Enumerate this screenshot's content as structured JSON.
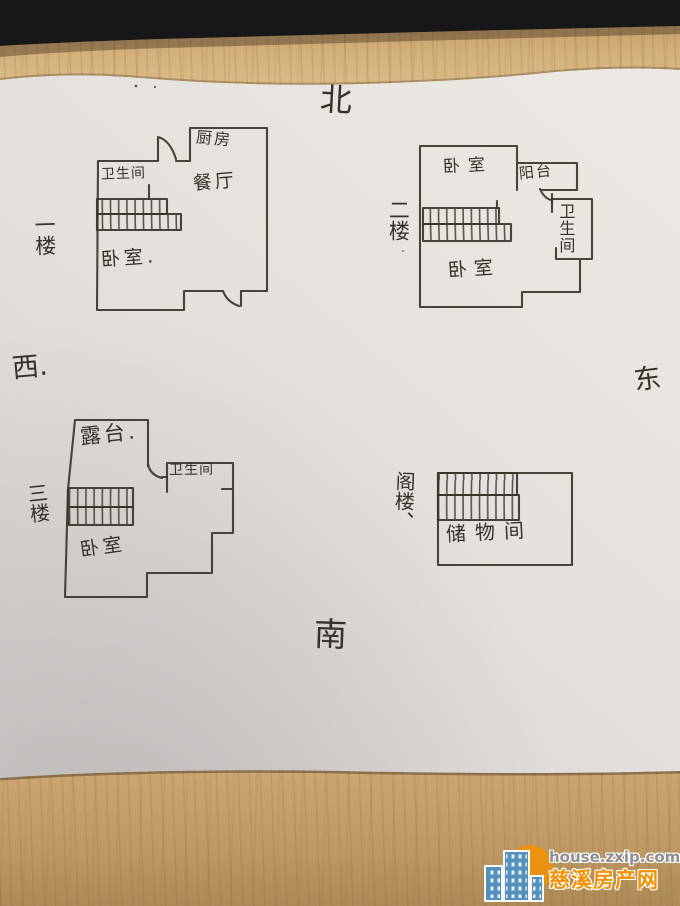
{
  "compass": {
    "north": "北",
    "south": "南",
    "west": "西.",
    "east": "东"
  },
  "floors": [
    {
      "label": "一楼",
      "rooms": {
        "bathroom": "卫生间",
        "kitchen": "厨房",
        "dining": "餐厅",
        "bedroom": "卧室."
      }
    },
    {
      "label": "二楼",
      "rooms": {
        "bedroom_north": "卧室",
        "balcony": "阳台",
        "bathroom": "卫生间",
        "bedroom_south": "卧室"
      }
    },
    {
      "label": "三楼",
      "rooms": {
        "terrace": "露台.",
        "bathroom": "卫生间",
        "bedroom": "卧室"
      }
    },
    {
      "label": "阁楼、",
      "rooms": {
        "storage": "储物间"
      }
    }
  ],
  "watermark": {
    "site": "house.zxip.com",
    "name": "慈溪房产网"
  },
  "colors": {
    "ink": "#3a352c",
    "paper_light": "#ece8e4",
    "paper_dark": "#d5d1cf",
    "black_strip": "#17171a",
    "wm_orange": "#f29104",
    "wm_gray": "#8f8f8f",
    "wm_blue": "#4d92c3"
  }
}
